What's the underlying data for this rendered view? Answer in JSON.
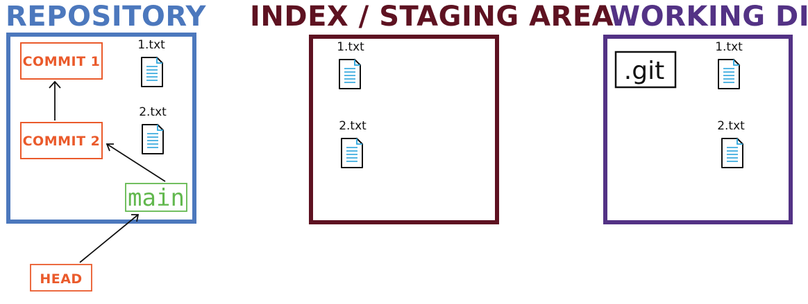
{
  "colors": {
    "repository": "#4c78bd",
    "index": "#5e1221",
    "working_dir": "#533285",
    "commit": "#ea5a2b",
    "branch": "#62b84e",
    "file_lines": "#29a4dc",
    "ink": "#111111"
  },
  "sections": {
    "repository": "REPOSITORY",
    "index": "INDEX / STAGING AREA",
    "working_dir": "WORKING DIR"
  },
  "repository": {
    "commit_1": "COMMIT 1",
    "commit_2": "COMMIT 2",
    "branch": "main",
    "head": "HEAD",
    "files": [
      "1.txt",
      "2.txt"
    ]
  },
  "index": {
    "files": [
      "1.txt",
      "2.txt"
    ]
  },
  "working_dir": {
    "git_folder": ".git",
    "files": [
      "1.txt",
      "2.txt"
    ]
  }
}
